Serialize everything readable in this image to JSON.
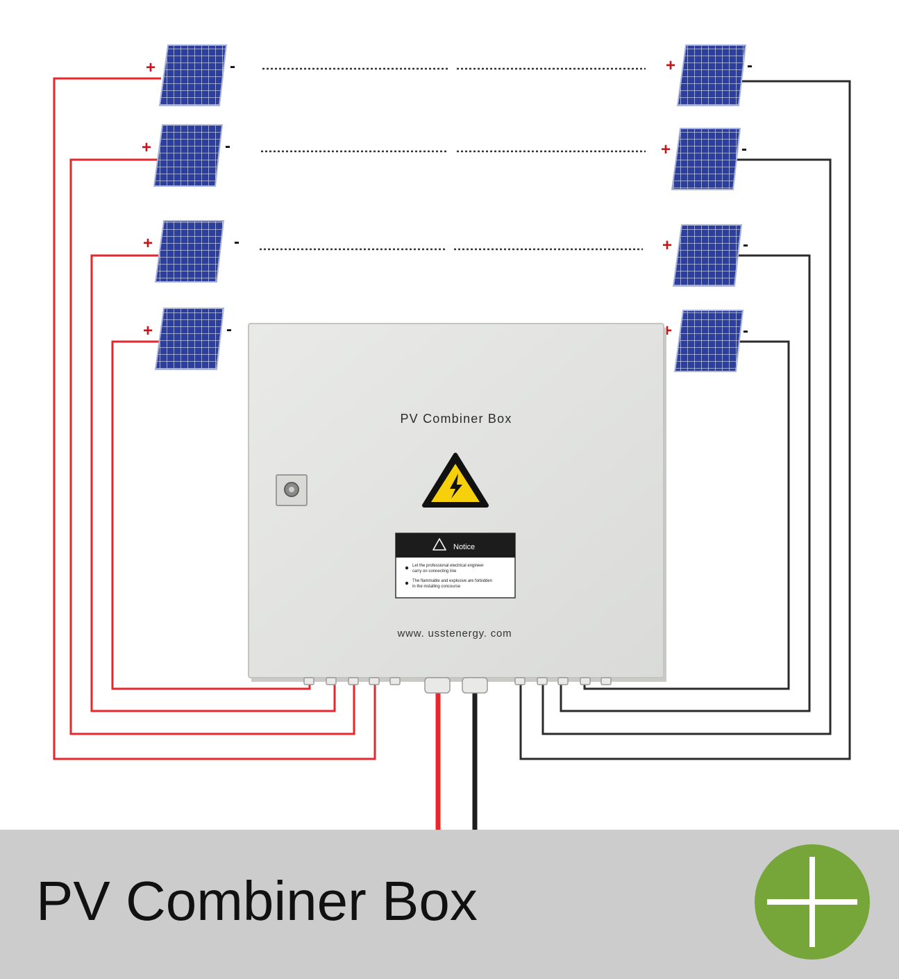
{
  "diagram": {
    "polarity_plus": "+",
    "polarity_minus": "-",
    "box": {
      "title": "PV Combiner Box",
      "notice_title": "Notice",
      "notice_lines": [
        "Let the professional electrical engineer",
        "carry on connecting line",
        "The flammable and explosive are forbidden",
        "in the installing concourse"
      ],
      "website": "www. usstenergy. com"
    }
  },
  "footer": {
    "title": "PV Combiner Box",
    "add_button_icon": "plus-icon"
  },
  "colors": {
    "positive_wire": "#e8272d",
    "negative_wire": "#2b2b2b",
    "panel_blue": "#2c3f9e",
    "box_gray": "#e4e5e3",
    "footer_gray": "#cccccc",
    "button_green": "#76a63a",
    "warning_yellow": "#f6d10b"
  }
}
